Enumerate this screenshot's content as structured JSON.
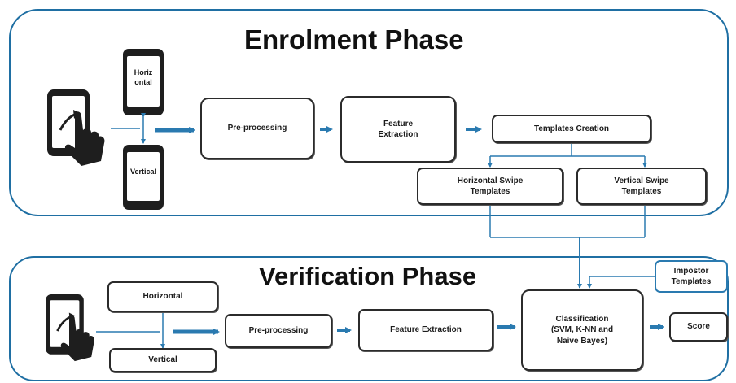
{
  "enrolment": {
    "title": "Enrolment Phase",
    "phone_top_label": "Horiz\nontal",
    "phone_bottom_label": "Vertical",
    "preprocessing": "Pre-processing",
    "feature_extraction": "Feature\nExtraction",
    "templates_creation": "Templates Creation",
    "horizontal_templates": "Horizontal Swipe\nTemplates",
    "vertical_templates": "Vertical Swipe\nTemplates"
  },
  "verification": {
    "title": "Verification Phase",
    "horizontal": "Horizontal",
    "vertical": "Vertical",
    "preprocessing": "Pre-processing",
    "feature_extraction": "Feature Extraction",
    "classification": "Classification\n(SVM, K-NN and\nNaive Bayes)",
    "score": "Score",
    "impostor_templates": "Impostor\nTemplates"
  },
  "colors": {
    "panel_border": "#1f6fa3",
    "arrow": "#2a7ab0",
    "box_border": "#2b2b2b"
  }
}
